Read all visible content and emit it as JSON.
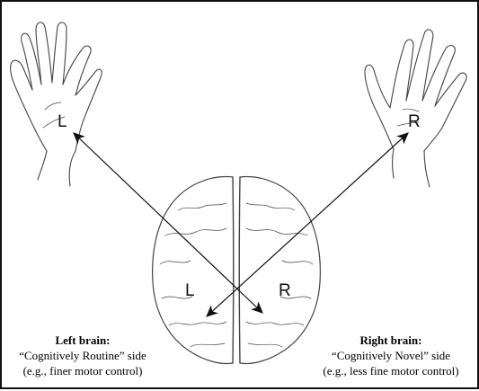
{
  "hands": {
    "left_label": "L",
    "right_label": "R"
  },
  "brain": {
    "left_label": "L",
    "right_label": "R"
  },
  "captions": {
    "left": {
      "title": "Left brain:",
      "line1": "“Cognitively Routine” side",
      "line2": "(e.g., finer motor control)"
    },
    "right": {
      "title": "Right brain:",
      "line1": "“Cognitively Novel” side",
      "line2": "(e.g., less fine motor control)"
    }
  },
  "colors": {
    "ink": "#111111",
    "sketch": "#444444",
    "background": "#ffffff"
  }
}
